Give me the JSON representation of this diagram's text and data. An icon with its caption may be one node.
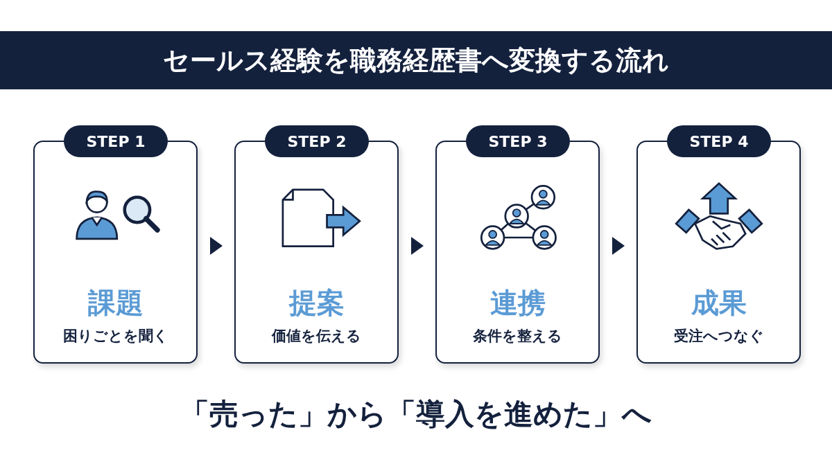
{
  "diagram": {
    "title": "セールス経験を職務経歴書へ変換する流れ",
    "nodes": [
      {
        "text": [
          "STEP 1",
          "課題",
          "困りごとを聞く"
        ]
      },
      {
        "text": [
          "STEP 2",
          "提案",
          "価値を伝える"
        ]
      },
      {
        "text": [
          "STEP 3",
          "連携",
          "条件を整える"
        ]
      },
      {
        "text": [
          "STEP 4",
          "成果",
          "受注へつなぐ"
        ]
      }
    ],
    "edges": [
      {
        "from": 0,
        "to": 1,
        "arrow": "to"
      },
      {
        "from": 1,
        "to": 2,
        "arrow": "to"
      },
      {
        "from": 2,
        "to": 3,
        "arrow": "to"
      }
    ],
    "labels": [
      "「売った」から「導入を進めた」へ"
    ]
  }
}
